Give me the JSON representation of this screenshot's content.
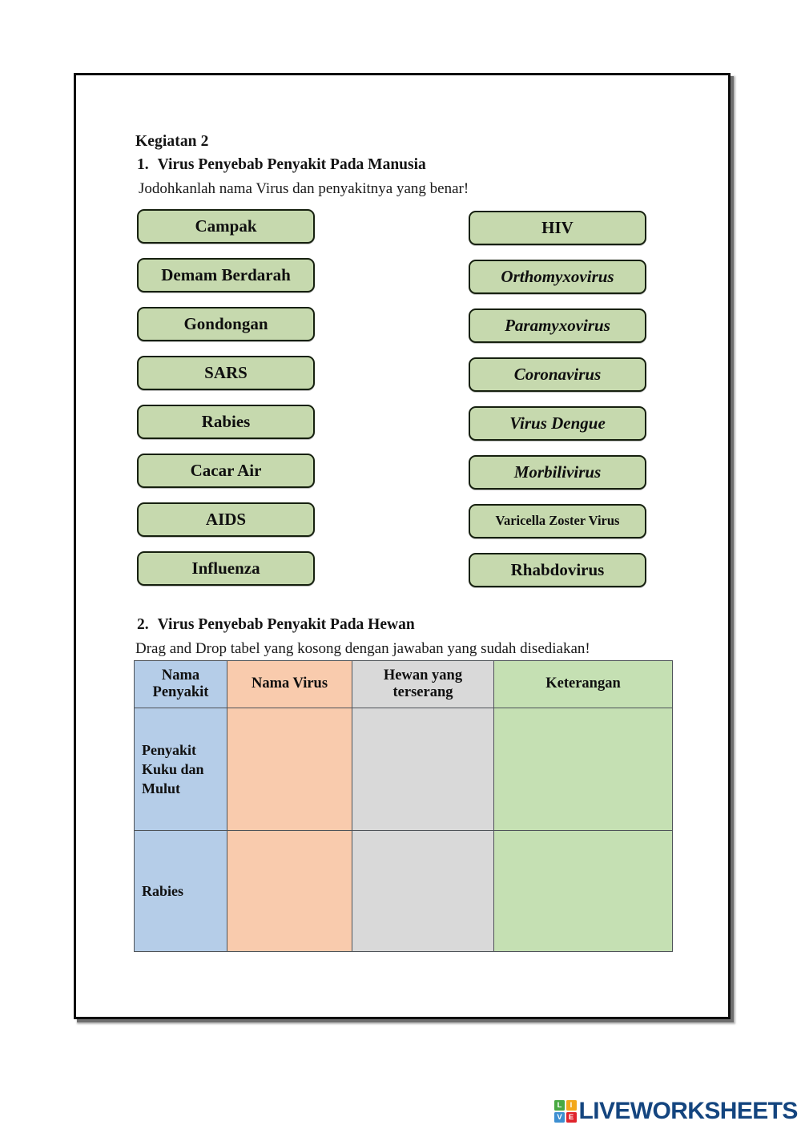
{
  "worksheet": {
    "kegiatan_title": "Kegiatan 2",
    "section1": {
      "number": "1.",
      "heading": "Virus Penyebab Penyakit Pada Manusia",
      "instruction": "Jodohkanlah nama Virus dan penyakitnya yang benar!",
      "left_column": [
        {
          "label": "Campak",
          "style": "bold"
        },
        {
          "label": "Demam Berdarah",
          "style": "bold"
        },
        {
          "label": "Gondongan",
          "style": "bold"
        },
        {
          "label": "SARS",
          "style": "bold"
        },
        {
          "label": "Rabies",
          "style": "bold"
        },
        {
          "label": "Cacar Air",
          "style": "bold"
        },
        {
          "label": "AIDS",
          "style": "bold"
        },
        {
          "label": "Influenza",
          "style": "bold"
        }
      ],
      "right_column": [
        {
          "label": "HIV",
          "style": "bold"
        },
        {
          "label": "Orthomyxovirus",
          "style": "bold-italic"
        },
        {
          "label": "Paramyxovirus",
          "style": "bold-italic"
        },
        {
          "label": "Coronavirus",
          "style": "bold-italic"
        },
        {
          "label": "Virus Dengue",
          "style": "bold-italic"
        },
        {
          "label": "Morbilivirus",
          "style": "bold-italic"
        },
        {
          "label": "Varicella Zoster Virus",
          "style": "bold-small"
        },
        {
          "label": "Rhabdovirus",
          "style": "bold"
        }
      ]
    },
    "section2": {
      "number": "2.",
      "heading": "Virus Penyebab Penyakit Pada Hewan",
      "instruction": "Drag and Drop tabel yang kosong dengan jawaban yang sudah disediakan!",
      "table": {
        "headers": [
          "Nama Penyakit",
          "Nama Virus",
          "Hewan yang terserang",
          "Keterangan"
        ],
        "rows": [
          {
            "nama_penyakit": "Penyakit Kuku dan Mulut",
            "nama_virus": "",
            "hewan_terserang": "",
            "keterangan": ""
          },
          {
            "nama_penyakit": "Rabies",
            "nama_virus": "",
            "hewan_terserang": "",
            "keterangan": ""
          }
        ]
      }
    }
  },
  "footer": {
    "logo_tiles": [
      "L",
      "I",
      "V",
      "E"
    ],
    "logo_word": "LIVEWORKSHEETS"
  },
  "colors": {
    "chip_fill": "#c6d9ae",
    "chip_border": "#16200f",
    "col_nama_penyakit": "#b5cde8",
    "col_nama_virus": "#f9cbad",
    "col_hewan_terserang": "#d9d9d9",
    "col_keterangan": "#c5e0b3",
    "logo_text": "#14457f",
    "tile_l": "#49a942",
    "tile_i": "#f3a81b",
    "tile_v": "#3d8fd1",
    "tile_e": "#e0242c"
  }
}
